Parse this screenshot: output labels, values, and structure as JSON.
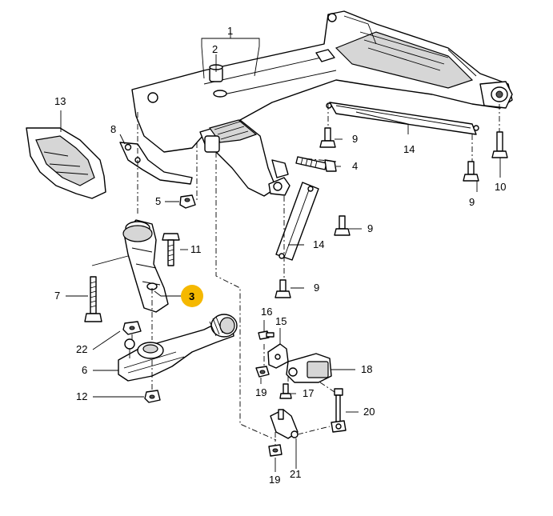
{
  "callouts": {
    "c1": "1",
    "c2": "2",
    "c3": "3",
    "c4": "4",
    "c5": "5",
    "c6": "6",
    "c7": "7",
    "c8": "8",
    "c9a": "9",
    "c9b": "9",
    "c9c": "9",
    "c9d": "9",
    "c10": "10",
    "c11": "11",
    "c12": "12",
    "c13": "13",
    "c14a": "14",
    "c14b": "14",
    "c15": "15",
    "c16": "16",
    "c17": "17",
    "c18": "18",
    "c19a": "19",
    "c19b": "19",
    "c20": "20",
    "c21": "21",
    "c22": "22"
  },
  "highlight": {
    "color": "#f5b800",
    "callout": "3"
  }
}
